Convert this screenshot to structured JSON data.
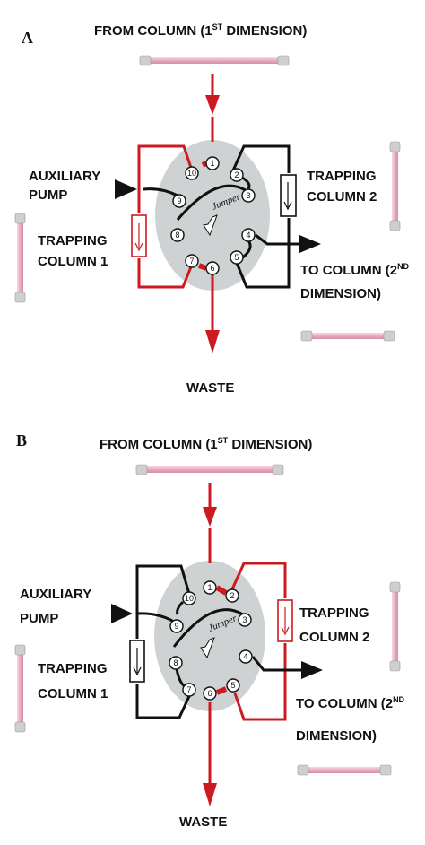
{
  "panels": [
    {
      "letter": "A",
      "from_column": {
        "text": "FROM COLUMN (1",
        "sup": "ST",
        "end": " DIMENSION)"
      },
      "auxiliary_pump": [
        "AUXILIARY",
        "PUMP"
      ],
      "trapping_column_1": [
        "TRAPPING",
        "COLUMN 1"
      ],
      "trapping_column_2": [
        "TRAPPING",
        "COLUMN 2"
      ],
      "to_column": {
        "line1": "TO COLUMN (2",
        "sup": "ND",
        "line2": "DIMENSION)"
      },
      "waste": "WASTE",
      "jumper": "Jumper",
      "ports": [
        "1",
        "2",
        "3",
        "4",
        "5",
        "6",
        "7",
        "8",
        "9",
        "10"
      ]
    },
    {
      "letter": "B",
      "from_column": {
        "text": "FROM COLUMN (1",
        "sup": "ST",
        "end": " DIMENSION)"
      },
      "auxiliary_pump": [
        "AUXILIARY",
        "PUMP"
      ],
      "trapping_column_1": [
        "TRAPPING",
        "COLUMN 1"
      ],
      "trapping_column_2": [
        "TRAPPING",
        "COLUMN 2"
      ],
      "to_column": {
        "line1": "TO COLUMN (2",
        "sup": "ND",
        "line2": "DIMENSION)"
      },
      "waste": "WASTE",
      "jumper": "Jumper",
      "ports": [
        "1",
        "2",
        "3",
        "4",
        "5",
        "6",
        "7",
        "8",
        "9",
        "10"
      ]
    }
  ],
  "colors": {
    "red": "#cc1a22",
    "black": "#111111",
    "valve_gray": "#cfd2d3",
    "tube_pink": "#e8b3c3",
    "tube_end": "#c9c9c9"
  },
  "icons": [
    "column-tube-icon",
    "arrow-right-icon",
    "arrow-down-icon",
    "valve-rotor-icon",
    "flow-arrow-icon"
  ]
}
